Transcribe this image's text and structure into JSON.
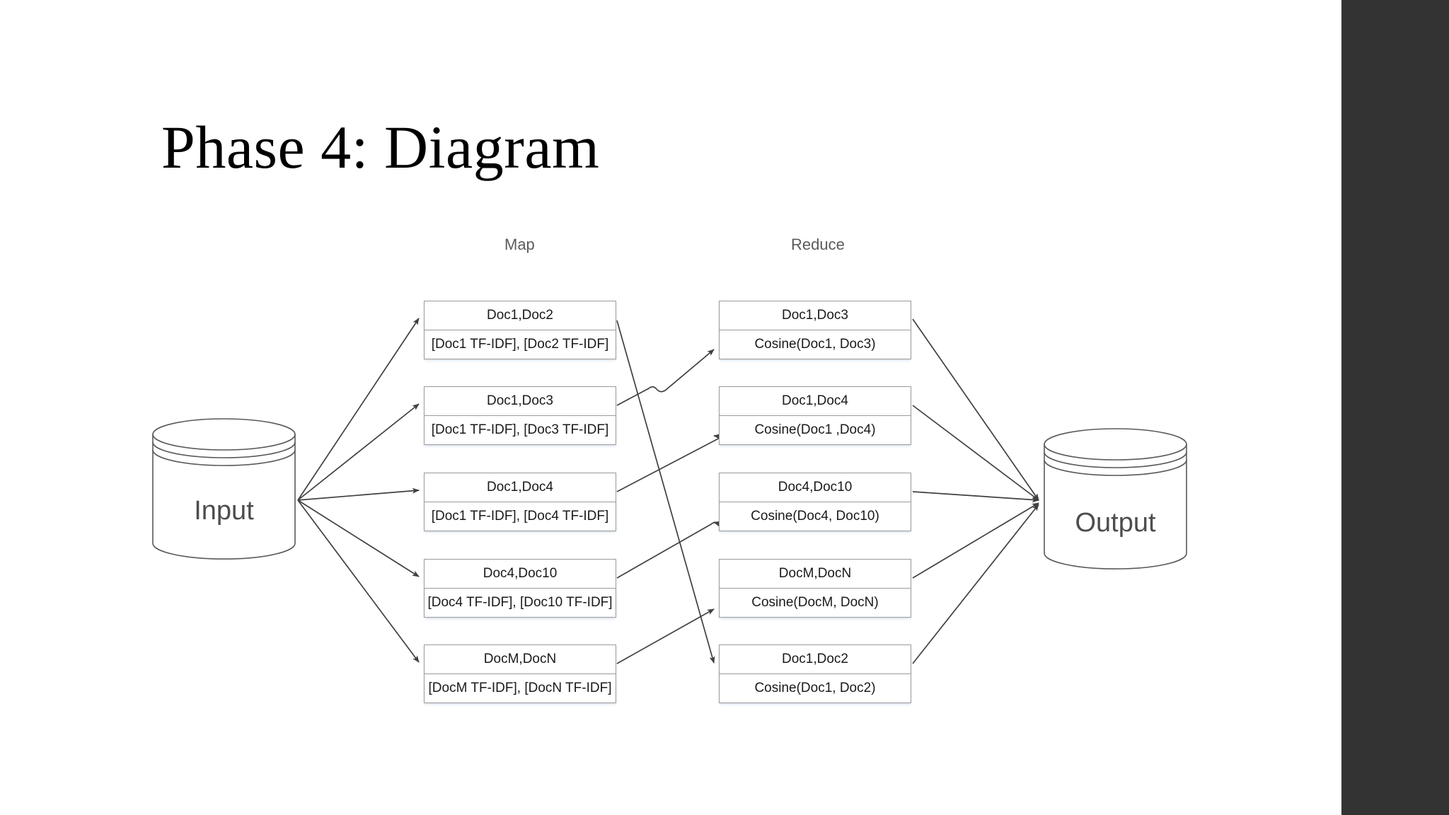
{
  "slide": {
    "title": "Phase 4: Diagram",
    "background_color": "#ffffff",
    "right_band_color": "#333333"
  },
  "columns": {
    "map_label": "Map",
    "reduce_label": "Reduce"
  },
  "sources": {
    "input_label": "Input",
    "output_label": "Output"
  },
  "map_nodes": [
    {
      "header": "Doc1,Doc2",
      "body": "[Doc1 TF-IDF], [Doc2 TF-IDF]"
    },
    {
      "header": "Doc1,Doc3",
      "body": "[Doc1 TF-IDF], [Doc3 TF-IDF]"
    },
    {
      "header": "Doc1,Doc4",
      "body": "[Doc1 TF-IDF], [Doc4 TF-IDF]"
    },
    {
      "header": "Doc4,Doc10",
      "body": "[Doc4 TF-IDF], [Doc10 TF-IDF]"
    },
    {
      "header": "DocM,DocN",
      "body": "[DocM TF-IDF], [DocN TF-IDF]"
    }
  ],
  "reduce_nodes": [
    {
      "header": "Doc1,Doc3",
      "body": "Cosine(Doc1, Doc3)"
    },
    {
      "header": "Doc1,Doc4",
      "body": "Cosine(Doc1 ,Doc4)"
    },
    {
      "header": "Doc4,Doc10",
      "body": "Cosine(Doc4, Doc10)"
    },
    {
      "header": "DocM,DocN",
      "body": "Cosine(DocM, DocN)"
    },
    {
      "header": "Doc1,Doc2",
      "body": "Cosine(Doc1, Doc2)"
    }
  ],
  "colors": {
    "stroke": "#404040",
    "box_border": "#9a9a9a",
    "cylinder_stroke": "#595959",
    "header_text": "#5b5b5b",
    "body_text": "#1a1a1a"
  }
}
